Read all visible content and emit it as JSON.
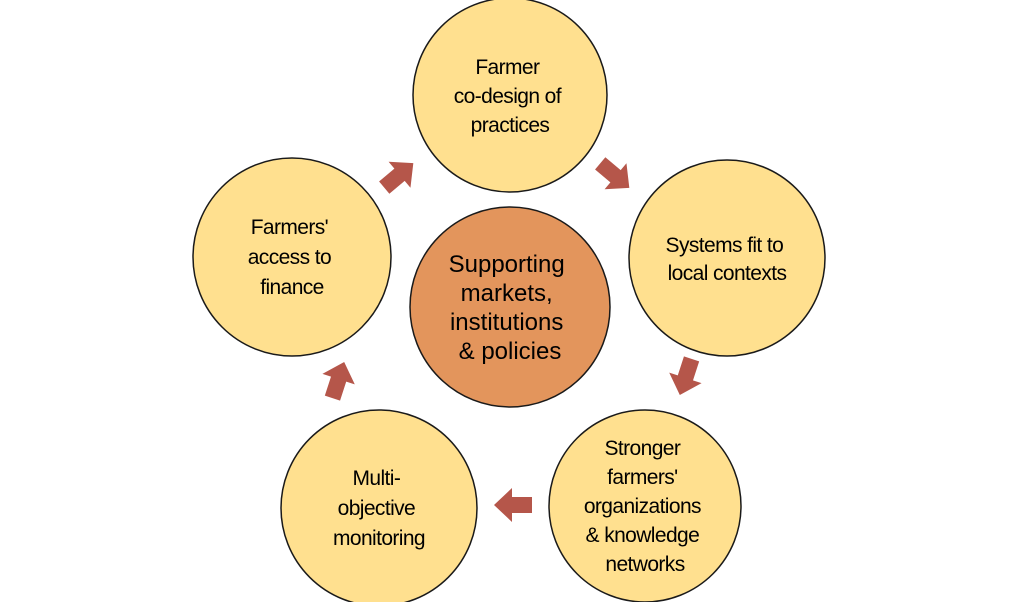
{
  "diagram": {
    "colors": {
      "outer_fill": "#FFE08F",
      "center_fill": "#E3955C",
      "stroke": "#1a1a1a",
      "arrow_fill": "#B5564A",
      "background": "#ffffff"
    },
    "center": {
      "lines": [
        "Supporting",
        "markets,",
        "institutions",
        "& policies"
      ]
    },
    "nodes": [
      {
        "id": "farmer-co-design",
        "lines": [
          "Farmer",
          "co-design of",
          "practices"
        ]
      },
      {
        "id": "systems-fit",
        "lines": [
          "Systems fit to",
          "local contexts"
        ]
      },
      {
        "id": "stronger-organizations",
        "lines": [
          "Stronger",
          "farmers'",
          "organizations",
          "& knowledge",
          "networks"
        ]
      },
      {
        "id": "multi-objective-monitoring",
        "lines": [
          "Multi-",
          "objective",
          "monitoring"
        ]
      },
      {
        "id": "access-to-finance",
        "lines": [
          "Farmers'",
          "access to",
          "finance"
        ]
      }
    ],
    "cycle_direction": "clockwise"
  }
}
